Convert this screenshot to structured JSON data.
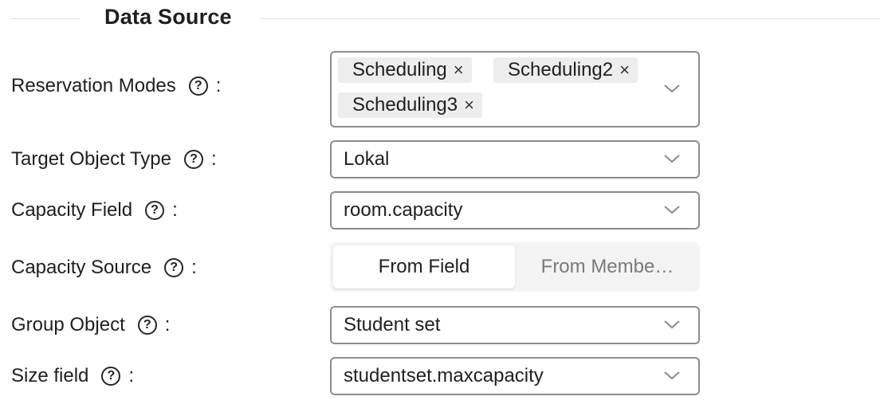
{
  "section": {
    "title": "Data Source"
  },
  "fields": {
    "reservation_modes": {
      "label": "Reservation Modes",
      "colon": ":",
      "tags": [
        "Scheduling",
        "Scheduling2",
        "Scheduling3"
      ],
      "tag_remove": "×"
    },
    "target_object_type": {
      "label": "Target Object Type",
      "colon": ":",
      "value": "Lokal"
    },
    "capacity_field": {
      "label": "Capacity Field",
      "colon": ":",
      "value": "room.capacity"
    },
    "capacity_source": {
      "label": "Capacity Source",
      "colon": ":",
      "options": [
        "From Field",
        "From Membe…"
      ],
      "selected": "From Field"
    },
    "group_object": {
      "label": "Group Object",
      "colon": ":",
      "value": "Student set"
    },
    "size_field": {
      "label": "Size field",
      "colon": ":",
      "value": "studentset.maxcapacity"
    }
  },
  "icons": {
    "help": "question-circle-icon",
    "dropdown": "chevron-down-icon",
    "remove": "close-icon"
  },
  "colors": {
    "border": "#8c8c8c",
    "tag_bg": "#ededed",
    "segment_bg": "#f3f3f3",
    "inactive_text": "#7a7a7a"
  }
}
